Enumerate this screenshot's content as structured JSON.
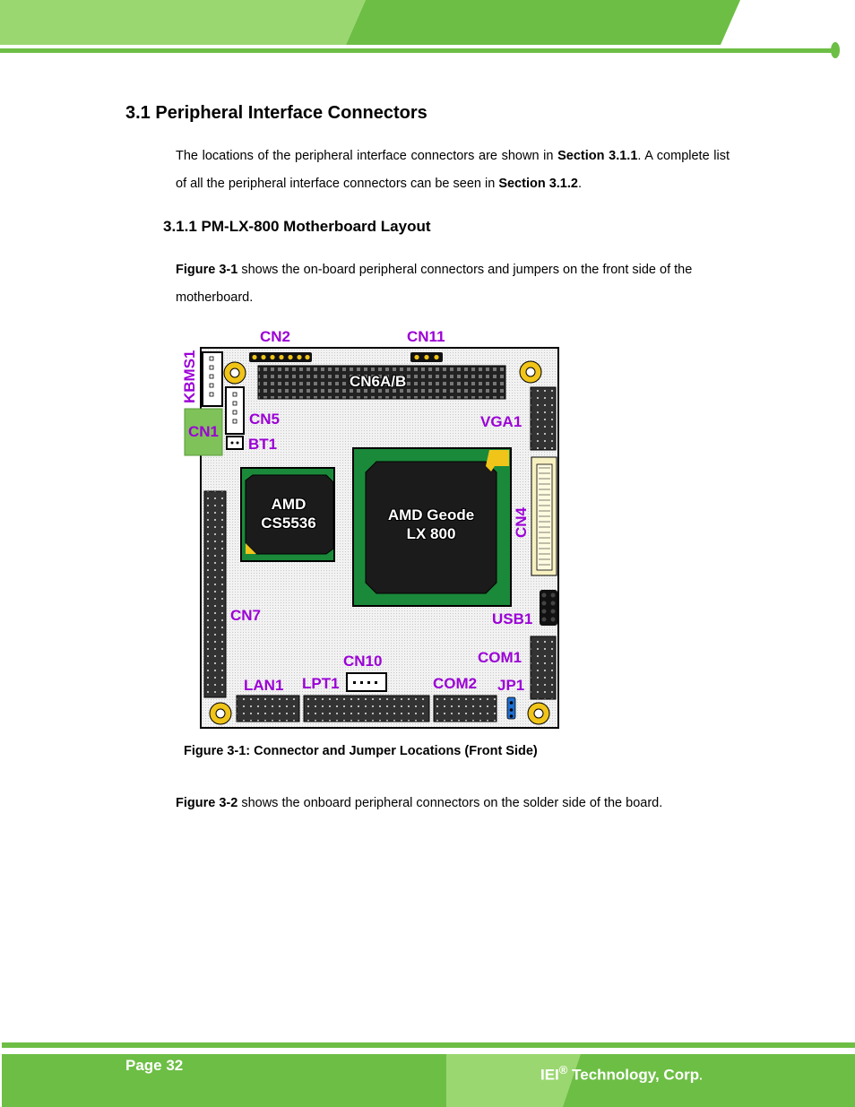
{
  "header": {
    "colors": {
      "green": "#6dbe45",
      "light_green": "#9bd770"
    }
  },
  "section": {
    "title": "3.1 Peripheral Interface Connectors",
    "intro_a": "The locations of the peripheral interface connectors are shown in ",
    "intro_ref1": "Section 3.1.1",
    "intro_b": ". A complete list of all the peripheral interface connectors can be seen in ",
    "intro_ref2": "Section 3.1.2",
    "intro_c": "."
  },
  "subsection": {
    "title": "3.1.1 PM-LX-800 Motherboard Layout",
    "para_ref": "Figure 3-1",
    "para_text": " shows the on-board peripheral connectors and jumpers on the front side of the motherboard."
  },
  "figure": {
    "labels": {
      "kbms1": "KBMS1",
      "cn2": "CN2",
      "cn11": "CN11",
      "cn6ab": "CN6A/B",
      "cn5": "CN5",
      "cn1": "CN1",
      "bt1": "BT1",
      "vga1": "VGA1",
      "cn4": "CN4",
      "chip_cs5536_line1": "AMD",
      "chip_cs5536_line2": "CS5536",
      "chip_geode_line1": "AMD Geode",
      "chip_geode_line2": "LX 800",
      "cn7": "CN7",
      "usb1": "USB1",
      "com1": "COM1",
      "cn10": "CN10",
      "lan1": "LAN1",
      "lpt1": "LPT1",
      "com2": "COM2",
      "jp1": "JP1"
    },
    "caption": "Figure 3-1: Connector and Jumper Locations (Front Side)"
  },
  "closing": {
    "ref": "Figure 3-2",
    "text": " shows the onboard peripheral connectors on the solder side of the board."
  },
  "footer": {
    "page": "Page 32",
    "company_a": "IEI",
    "company_reg": "®",
    "company_b": " Technology, Corp",
    "company_dot": "."
  }
}
